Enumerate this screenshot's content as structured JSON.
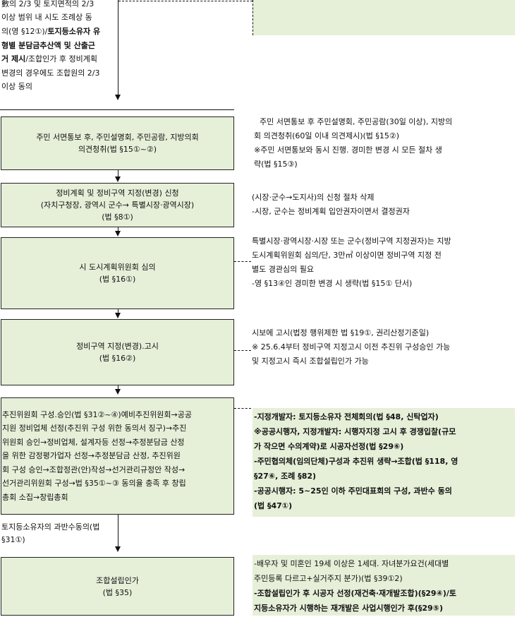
{
  "top": {
    "lines": [
      "數의 2/3 및 토지면적의 2/3",
      "이상 범위 내 시도 조례상 동",
      "의(영 §12①)/",
      "형별 분담금추산액 및 산출근",
      "거 제시",
      "변경의 경우에도 조합원의 2/3",
      "이상 동의"
    ],
    "line3_bold": "토지등소유자 유",
    "line5_tail": "/조합인가 후 정비계획"
  },
  "steps": [
    {
      "lines": [
        "주민 서면통보 후, 주민설명회, 주민공람, 지방의회",
        "의견청취(법 §15①~②)"
      ]
    },
    {
      "lines": [
        "정비계획 및 정비구역 지정(변경) 신청",
        "(자치구청장, 광역시 군수→ 특별시장·광역시장)",
        "(법 §8①)"
      ]
    },
    {
      "lines": [
        "시 도시계획위원회 심의",
        "(법 §16①)"
      ]
    },
    {
      "lines": [
        "정비구역 지정(변경).고시",
        "(법 §16②)"
      ]
    },
    {
      "lines": [
        "추진위원회 구성.승인(법 §31②~④)예비추진위원회→공공",
        "지원 정비업체 선정(추진위 구성 위한 동의서 징구)→추진",
        "위원회 승인→정비업체, 설계자등 선정→추정분담금 산정",
        "을 위한 감정평가업자 선정→추정분담금 산정, 추진위원",
        "회 구성 승인→조합정관(안)작성→선거관리규정안 작성→",
        "선거관리위원회 구성→법 §35①~③ 동의율 충족 후 창립",
        "총회 소집→창립총회"
      ]
    },
    {
      "lines": [
        "조합설립인가",
        "(법 §35)"
      ]
    }
  ],
  "between_label": [
    "토지등소유자의 과반수동의(법",
    "§31①)"
  ],
  "notes": {
    "n1": [
      "주민 서면통보 후 주민설명회, 주민공람(30일 이상),  지방의",
      "회 의견청취(60일 이내 의견제시)(법 §15②)",
      "※주민 서면통보와 동시 진행. 경미한 변경 시 모든 절차 생",
      "략(법 §15③)"
    ],
    "n2": [
      "(시장·군수→도지사)의 신청 절차 삭제",
      "-시장, 군수는 정비계획 입안권자이면서 결정권자"
    ],
    "n3": [
      "특별시장·광역시장·시장 또는 군수(정비구역 지정권자)는 지방",
      "도시계획위원회 심의/단, 3만㎡ 이상이면 정비구역 지정 전",
      "별도 경관심의 필요",
      "-영 §13④인 경미한 변경 시 생략(법 §15① 단서)"
    ],
    "n4": [
      "시보에 고시(법정 행위제한 법 §19①, 권리산정기준일)",
      "※ 25.6.4부터 정비구역 지정고시 이전 추진위 구성승인 가능",
      "및 지정고시 즉시 조합설립인가 가능"
    ],
    "n5": [
      "-지정개발자: 토지등소유자 전체회의(법 §48, 신탁업자)",
      "※공공시행자, 지정개발자: 시행자지정 고시 후 경쟁입찰(규모",
      "가 작으면 수의계약)로 시공자선정(법 §29⑥)",
      "-주민협의체(임의단체)구성과 추진위 생략→조합(법 §118, 영",
      "§27⑥, 조례 §82)",
      "-공공시행자: 5~25인 이하 주민대표회의 구성, 과반수 동의",
      "(법 §47①)"
    ],
    "n6": [
      "-배우자 및 미혼인 19세 이상은 1세대. 자녀분가요건(세대별",
      "주민등록 다르고+실거주지 분가)(법 §39①2)",
      "-조합설립인가 후 시공자 선정(재건축·재개발조합)(§29④)/토",
      "지등소유자가 시행하는 재개발은 사업시행인가 후(§29⑤)"
    ]
  },
  "colors": {
    "box_fill": "#e6efd8",
    "border": "#222222"
  }
}
